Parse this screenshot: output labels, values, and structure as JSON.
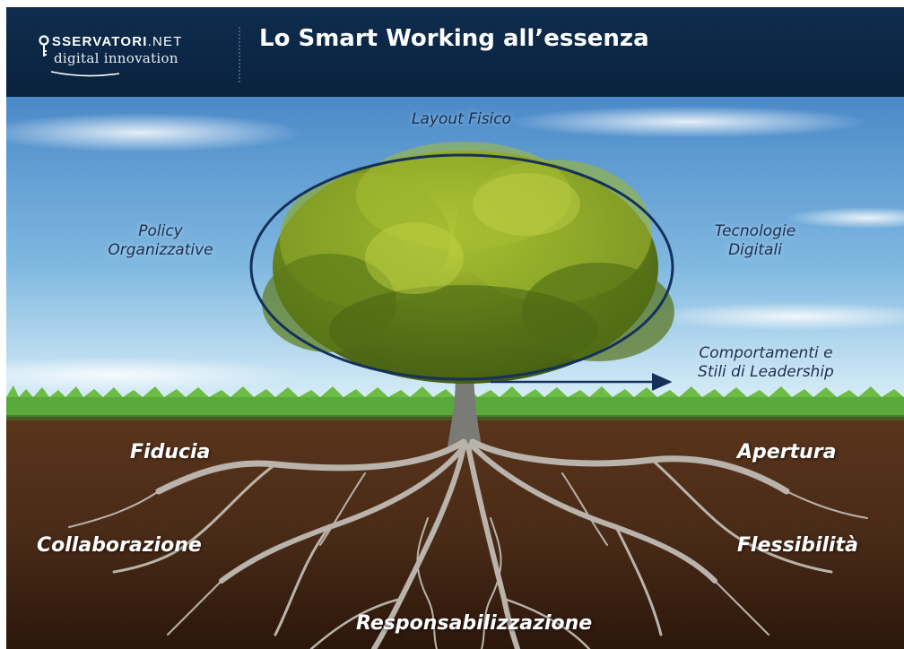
{
  "header": {
    "logo_line1_prefix": "O",
    "logo_line1_bold": "SSERVATORI",
    "logo_line1_suffix": ".NET",
    "logo_line2": "digital innovation",
    "title": "Lo Smart Working all’essenza"
  },
  "diagram": {
    "top_label": "Layout Fisico",
    "left_label_line1": "Policy",
    "left_label_line2": "Organizzative",
    "right_label_line1": "Tecnologie",
    "right_label_line2": "Digitali",
    "arrow_label_line1": "Comportamenti e",
    "arrow_label_line2": "Stili di Leadership",
    "roots": {
      "fiducia": "Fiducia",
      "apertura": "Apertura",
      "collaborazione": "Collaborazione",
      "flessibilita": "Flessibilità",
      "responsabilizzazione": "Responsabilizzazione"
    }
  },
  "colors": {
    "header_bg": "#0b2644",
    "sky_top": "#4f8fcd",
    "sky_bottom": "#d7ecf7",
    "grass": "#56a83a",
    "soil": "#4a2c19",
    "ellipse_stroke": "#15305a",
    "sky_text": "#1a2f52",
    "ground_text": "#ffffff"
  }
}
